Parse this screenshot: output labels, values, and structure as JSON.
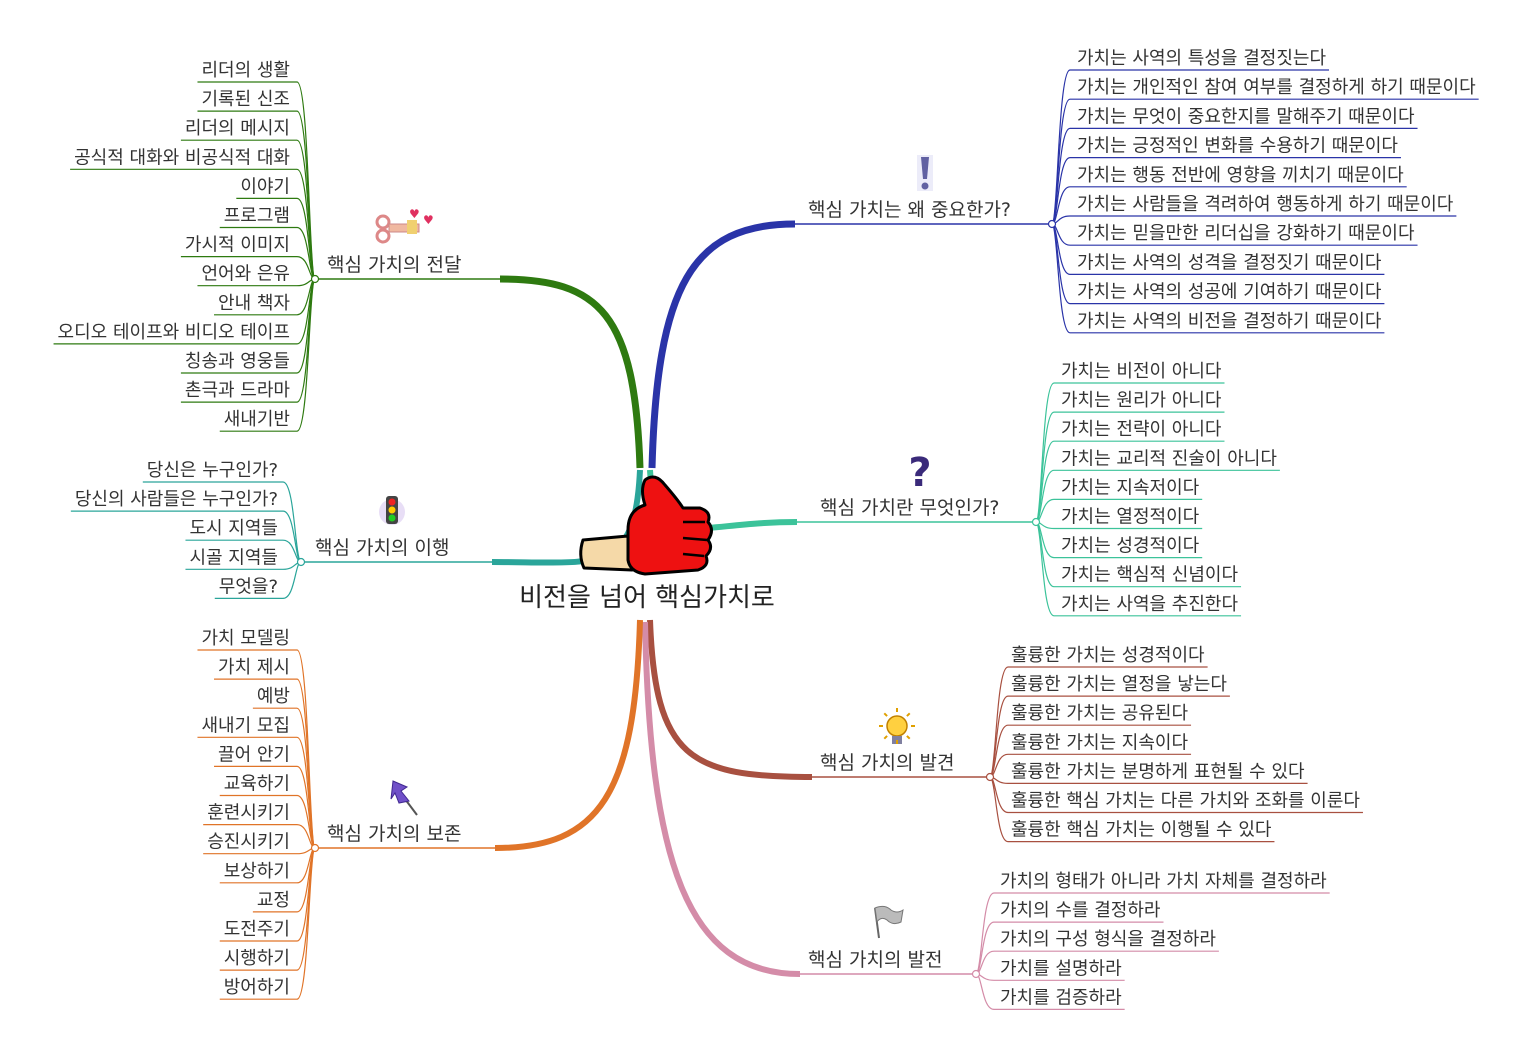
{
  "central_topic": "비전을 넘어 핵심가치로",
  "branches": [
    {
      "id": "why",
      "label": "핵심 가치는 왜 중요한가?",
      "color": "#2a34a8",
      "icon": "exclamation-icon",
      "children": [
        "가치는 사역의 특성을 결정짓는다",
        "가치는 개인적인 참여 여부를 결정하게 하기 때문이다",
        "가치는 무엇이 중요한지를 말해주기 때문이다",
        "가치는 긍정적인 변화를 수용하기 때문이다",
        "가치는 행동 전반에 영향을 끼치기 때문이다",
        "가치는 사람들을 격려하여 행동하게 하기 때문이다",
        "가치는 믿을만한 리더십을 강화하기 때문이다",
        "가치는 사역의 성격을 결정짓기 때문이다",
        "가치는 사역의 성공에 기여하기 때문이다",
        "가치는 사역의 비전을 결정하기 때문이다"
      ]
    },
    {
      "id": "what",
      "label": "핵심 가치란 무엇인가?",
      "color": "#3cc39a",
      "icon": "question-icon",
      "children": [
        "가치는 비전이 아니다",
        "가치는 원리가 아니다",
        "가치는 전략이 아니다",
        "가치는 교리적 진술이 아니다",
        "가치는 지속저이다",
        "가치는 열정적이다",
        "가치는 성경적이다",
        "가치는 핵심적 신념이다",
        "가치는 사역을 추진한다"
      ]
    },
    {
      "id": "discover",
      "label": "핵심 가치의 발견",
      "color": "#a85040",
      "icon": "lightbulb-icon",
      "children": [
        "훌륭한 가치는 성경적이다",
        "훌륭한 가치는 열정을 낳는다",
        "훌륭한 가치는 공유된다",
        "훌륭한 가치는 지속이다",
        "훌륭한 가치는 분명하게 표현될 수 있다",
        "훌륭한 핵심 가치는 다른 가치와 조화를 이룬다",
        "훌륭한 핵심 가치는 이행될 수 있다"
      ]
    },
    {
      "id": "develop",
      "label": "핵심 가치의 발전",
      "color": "#d48ca8",
      "icon": "flag-icon",
      "children": [
        "가치의 형태가 아니라 가치 자체를 결정하라",
        "가치의 수를 결정하라",
        "가치의 구성 형식을 결정하라",
        "가치를 설명하라",
        "가치를 검증하라"
      ]
    },
    {
      "id": "communicate",
      "label": "핵심 가치의 전달",
      "color": "#2e7a10",
      "icon": "key-icon",
      "children": [
        "리더의 생활",
        "기록된 신조",
        "리더의 메시지",
        "공식적 대화와 비공식적 대화",
        "이야기",
        "프로그램",
        "가시적 이미지",
        "언어와 은유",
        "안내 책자",
        "오디오 테이프와 비디오 테이프",
        "칭송과 영웅들",
        "촌극과 드라마",
        "새내기반"
      ]
    },
    {
      "id": "implement",
      "label": "핵심 가치의 이행",
      "color": "#2aa59a",
      "icon": "traffic-light-icon",
      "children": [
        "당신은 누구인가?",
        "당신의 사람들은 누구인가?",
        "도시 지역들",
        "시골 지역들",
        "무엇을?"
      ]
    },
    {
      "id": "preserve",
      "label": "핵심 가치의 보존",
      "color": "#e07428",
      "icon": "pushpin-icon",
      "children": [
        "가치 모델링",
        "가치 제시",
        "예방",
        "새내기 모집",
        "끌어 안기",
        "교육하기",
        "훈련시키기",
        "승진시키기",
        "보상하기",
        "교정",
        "도전주기",
        "시행하기",
        "방어하기"
      ]
    }
  ]
}
